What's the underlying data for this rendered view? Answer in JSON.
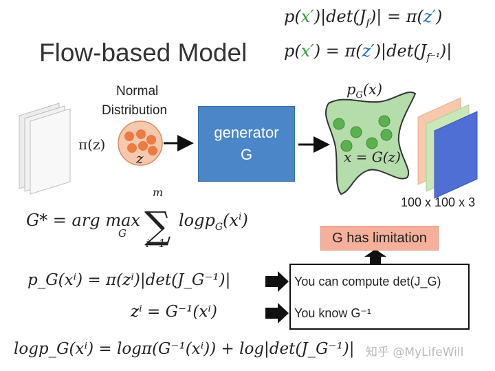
{
  "title": "Flow-based Model",
  "top_formulas": {
    "f1_left_a": "p(",
    "f1_x": "x′",
    "f1_left_b": ")|det(J",
    "f1_sub": "f",
    "f1_right_a": ")| = π(",
    "f1_z": "z′",
    "f1_right_b": ")",
    "f2_left_a": "p(",
    "f2_x": "x′",
    "f2_mid_a": ") = π(",
    "f2_z": "z′",
    "f2_mid_b": ")|det(J",
    "f2_sub": "f⁻¹",
    "f2_end": ")|"
  },
  "diagram": {
    "pi_z": "π(z)",
    "normal_line1": "Normal",
    "normal_line2": "Distribution",
    "z_label": "z",
    "generator_line1": "generator",
    "generator_line2": "G",
    "pg_label": "p",
    "pg_sub": "G",
    "pg_arg": "(x)",
    "x_eq": "x = G(z)",
    "image_size": "100 x 100 x 3"
  },
  "objective": {
    "lhs": "G* = arg max",
    "under_max": "G",
    "sum_top": "m",
    "sum_bottom": "i=1",
    "rhs": "logp",
    "rhs_sub": "G",
    "rhs_arg": "(x",
    "rhs_sup": "i",
    "rhs_end": ")"
  },
  "limitation": "G has limitation",
  "equations": {
    "eq1": "p_G(xⁱ) = π(zⁱ)|det(J_G⁻¹)|",
    "eq2": "zⁱ = G⁻¹(xⁱ)",
    "eq3": "logp_G(xⁱ) = logπ(G⁻¹(xⁱ)) + log|det(J_G⁻¹)|"
  },
  "info_box": {
    "line1": "You can compute det(J_G)",
    "line2": "You know G⁻¹"
  },
  "watermark": "知乎 @MyLifeWill",
  "colors": {
    "generator": "#4a86c8",
    "limitation": "#f4b09a",
    "blob": "#b5dcab",
    "dot": "#5bb04f",
    "orange": "#ee7a44",
    "x_prime": "#2e9a34",
    "z_prime": "#1c6fc7"
  }
}
